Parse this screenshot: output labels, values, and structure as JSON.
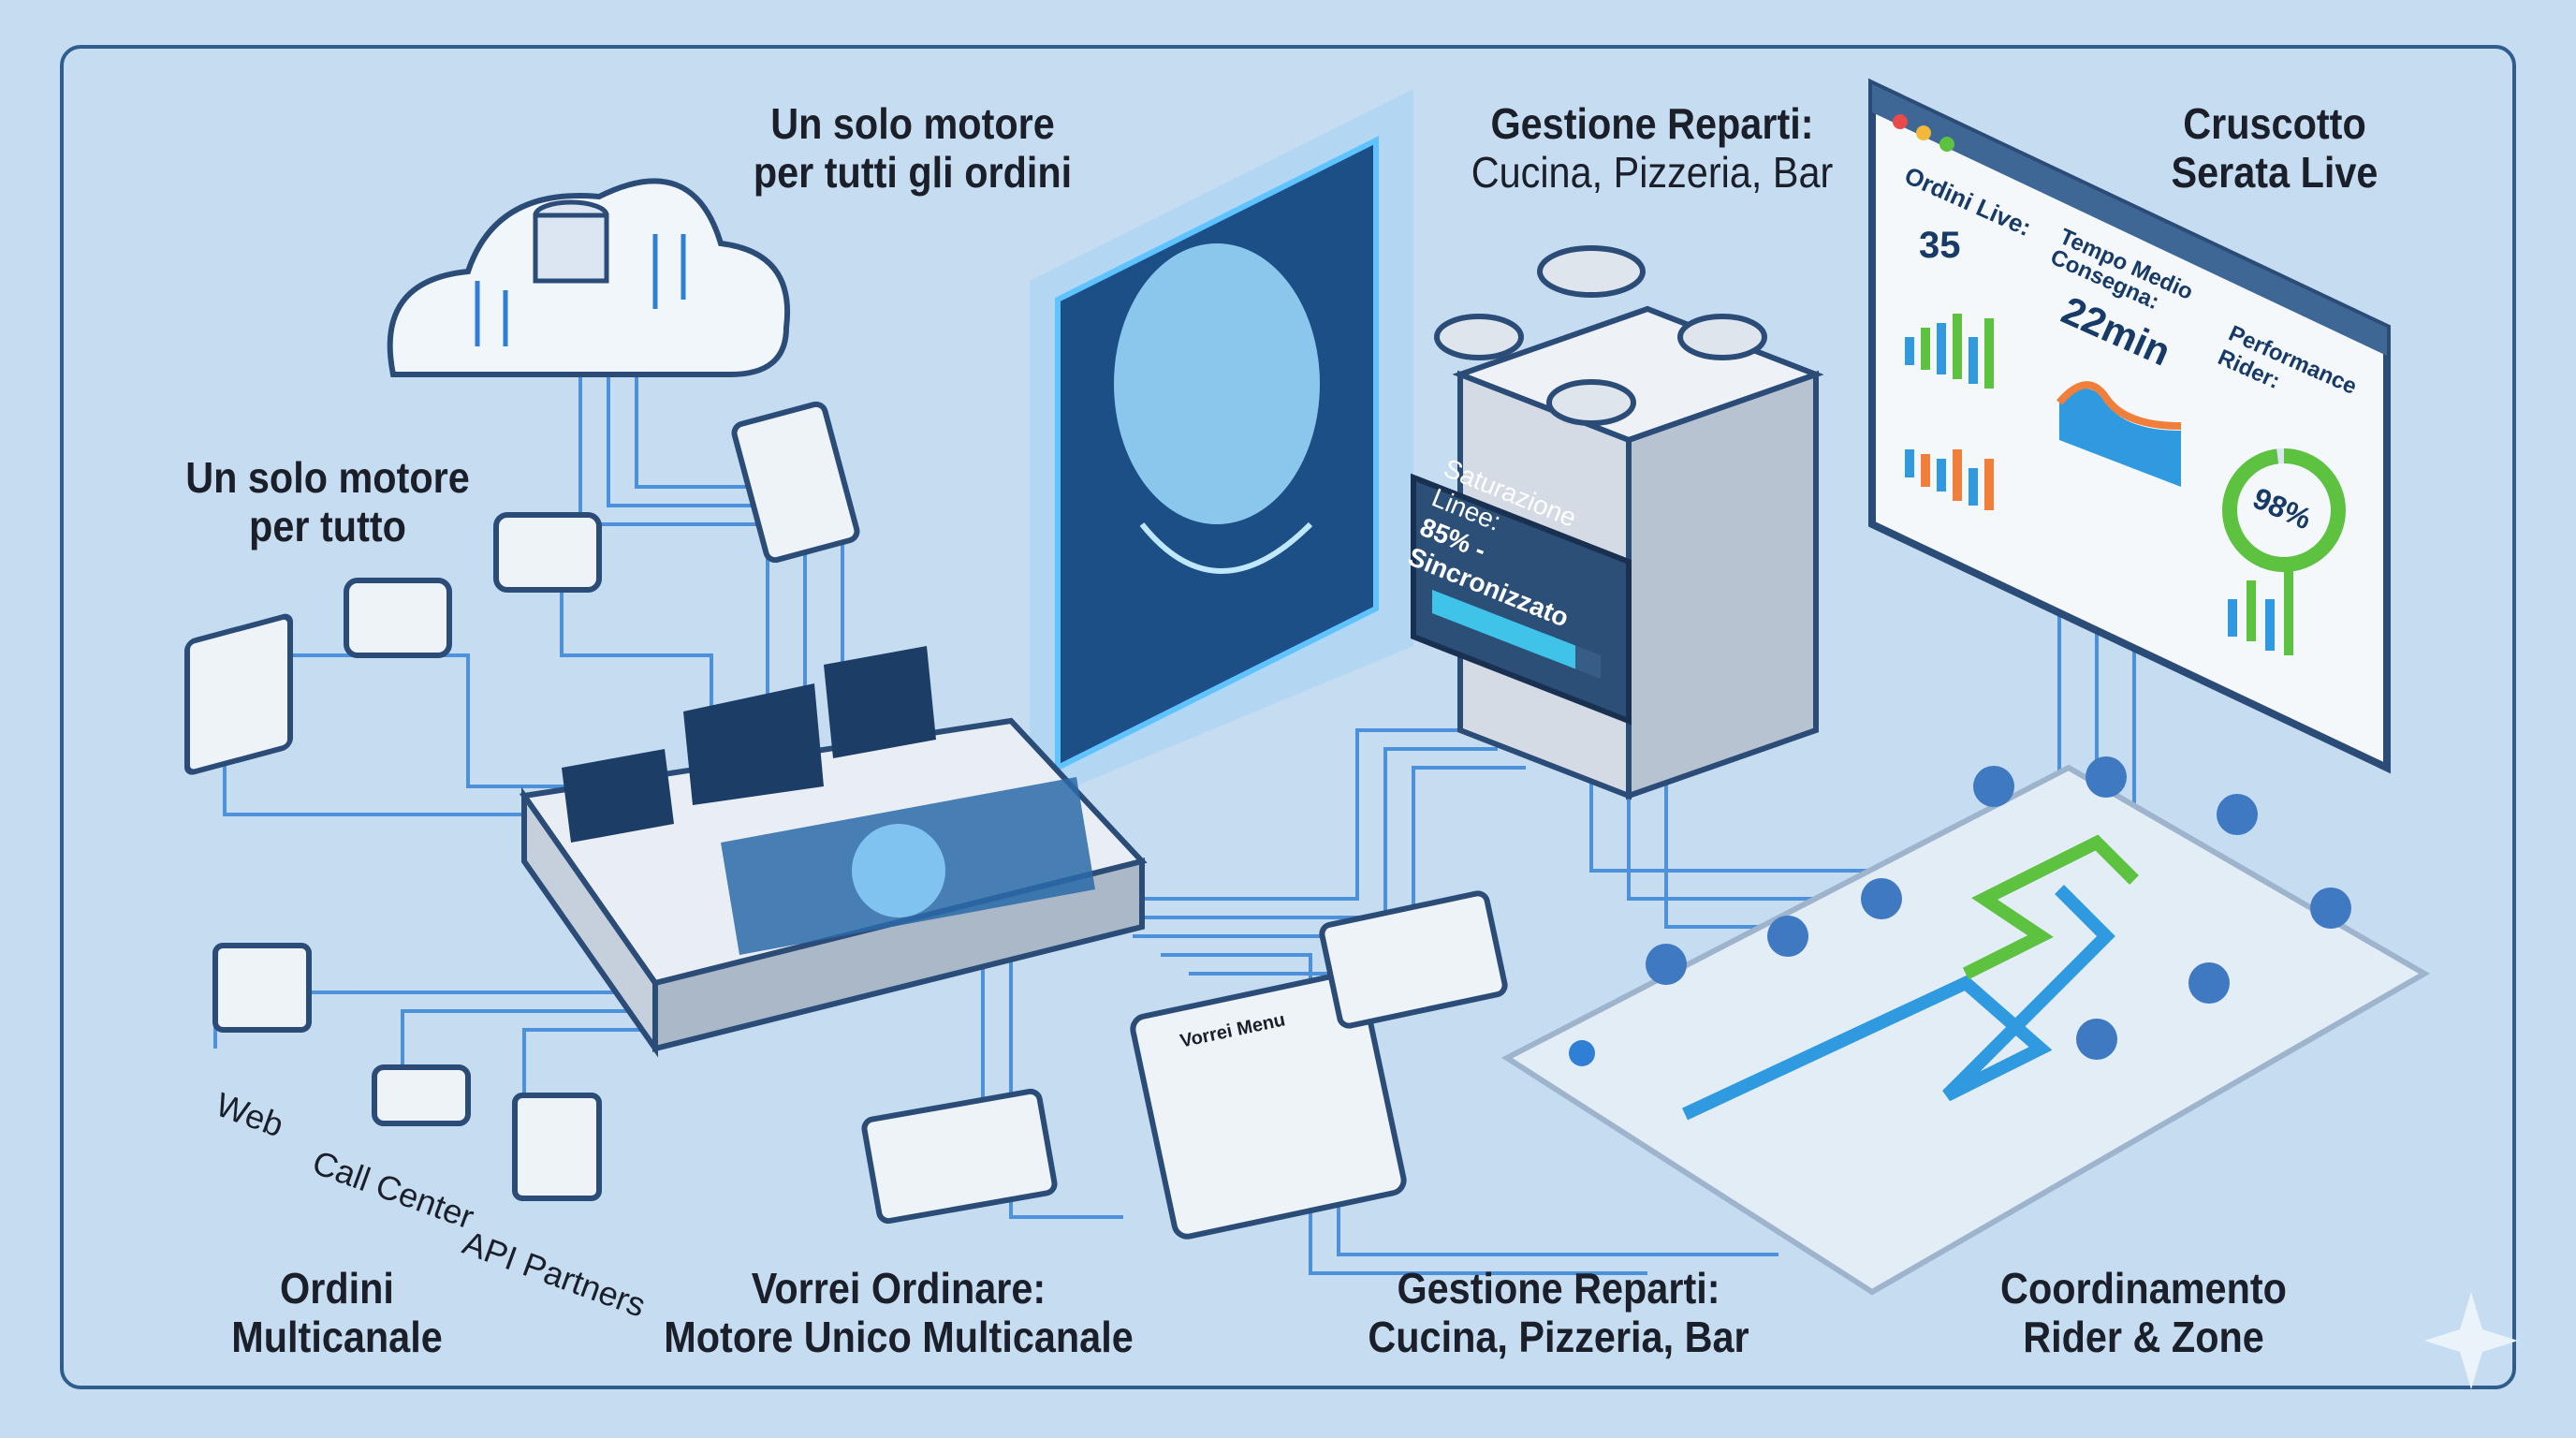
{
  "labels": {
    "top_center": [
      "Un solo motore",
      "per tutti gli ordini"
    ],
    "top_reparti": [
      "Gestione Reparti:",
      "Cucina, Pizzeria, Bar"
    ],
    "top_dashboard": [
      "Cruscotto",
      "Serata Live"
    ],
    "left_engine": [
      "Un solo motore",
      "per tutto"
    ],
    "bottom_ordini": [
      "Ordini",
      "Multicanale"
    ],
    "bottom_motore": [
      "Vorrei Ordinare:",
      "Motore Unico Multicanale"
    ],
    "bottom_reparti": [
      "Gestione Reparti:",
      "Cucina, Pizzeria, Bar"
    ],
    "bottom_rider": [
      "Coordinamento",
      "Rider & Zone"
    ]
  },
  "channels": {
    "web": "Web",
    "call_center": "Call Center",
    "api": "API Partners"
  },
  "tablet_title": "Vorrei Menu",
  "saturation": {
    "label": "Saturazione Linee:",
    "value": "85% - Sincronizzato",
    "percent": 85
  },
  "dashboard": {
    "orders_label": "Ordini Live:",
    "orders_value": "35",
    "delivery_label": [
      "Tempo Medio",
      "Consegna:"
    ],
    "delivery_value": "22min",
    "rider_label": [
      "Performance",
      "Rider:"
    ],
    "rider_value": "98%",
    "rider_percent": 98
  },
  "colors": {
    "background": "#c6ddf1",
    "frame": "#2f5d8e",
    "line": "#2f7fd6",
    "green": "#5cc23f",
    "orange": "#f07f3c"
  }
}
